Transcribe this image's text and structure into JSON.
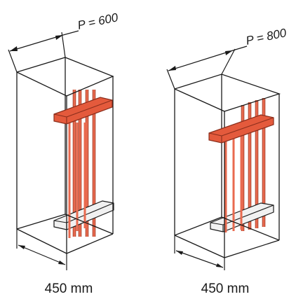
{
  "cabinets": [
    {
      "id": "left",
      "depth_label": "P = 600",
      "width_label": "450 mm",
      "colors": {
        "busbar": "#e96a4f",
        "busbar_support": "#e45a3c",
        "lower_support": "#f1f1f1",
        "line": "#1a1a1a"
      }
    },
    {
      "id": "right",
      "depth_label": "P = 800",
      "width_label": "450 mm",
      "colors": {
        "busbar": "#e96a4f",
        "busbar_support": "#e45a3c",
        "lower_support": "#f1f1f1",
        "line": "#1a1a1a"
      }
    }
  ]
}
